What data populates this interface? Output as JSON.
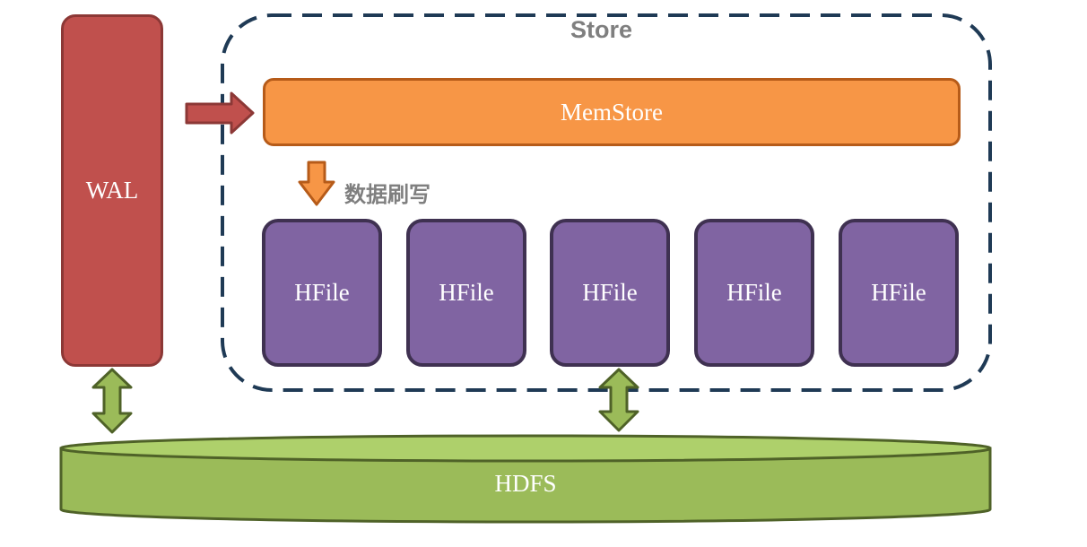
{
  "store": {
    "title": "Store"
  },
  "wal": {
    "label": "WAL"
  },
  "memstore": {
    "label": "MemStore"
  },
  "flush": {
    "label": "数据刷写"
  },
  "hfiles": [
    {
      "label": "HFile"
    },
    {
      "label": "HFile"
    },
    {
      "label": "HFile"
    },
    {
      "label": "HFile"
    },
    {
      "label": "HFile"
    }
  ],
  "hdfs": {
    "label": "HDFS"
  },
  "colors": {
    "wal": "#c0504d",
    "memstore": "#f79646",
    "hfile": "#8064a2",
    "hdfs": "#9bbb59",
    "store_border": "#1f3a55",
    "label_gray": "#7f7f7f"
  }
}
